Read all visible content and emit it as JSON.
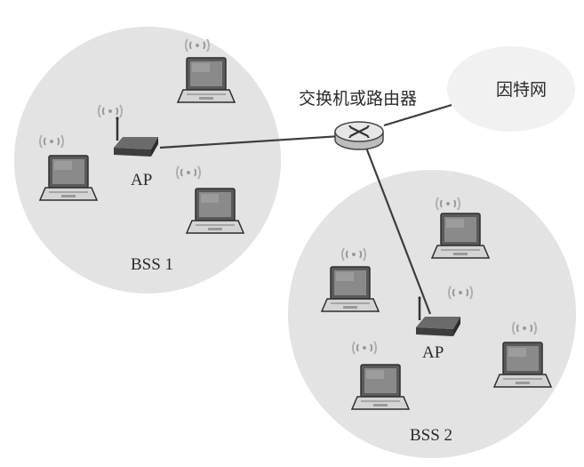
{
  "labels": {
    "router": "交换机或路由器",
    "internet": "因特网",
    "bss1": "BSS 1",
    "bss2": "BSS 2",
    "ap1": "AP",
    "ap2": "AP"
  },
  "colors": {
    "bss_fill": "#e3e3e3",
    "link": "#3d3d3d",
    "device": "#555555",
    "screen": "#7a7a7a",
    "router_body": "#e6e6e6"
  },
  "icons": {
    "laptop": "laptop-icon",
    "access_point": "access-point-icon",
    "router": "router-icon",
    "wifi": "wifi-signal-icon"
  }
}
